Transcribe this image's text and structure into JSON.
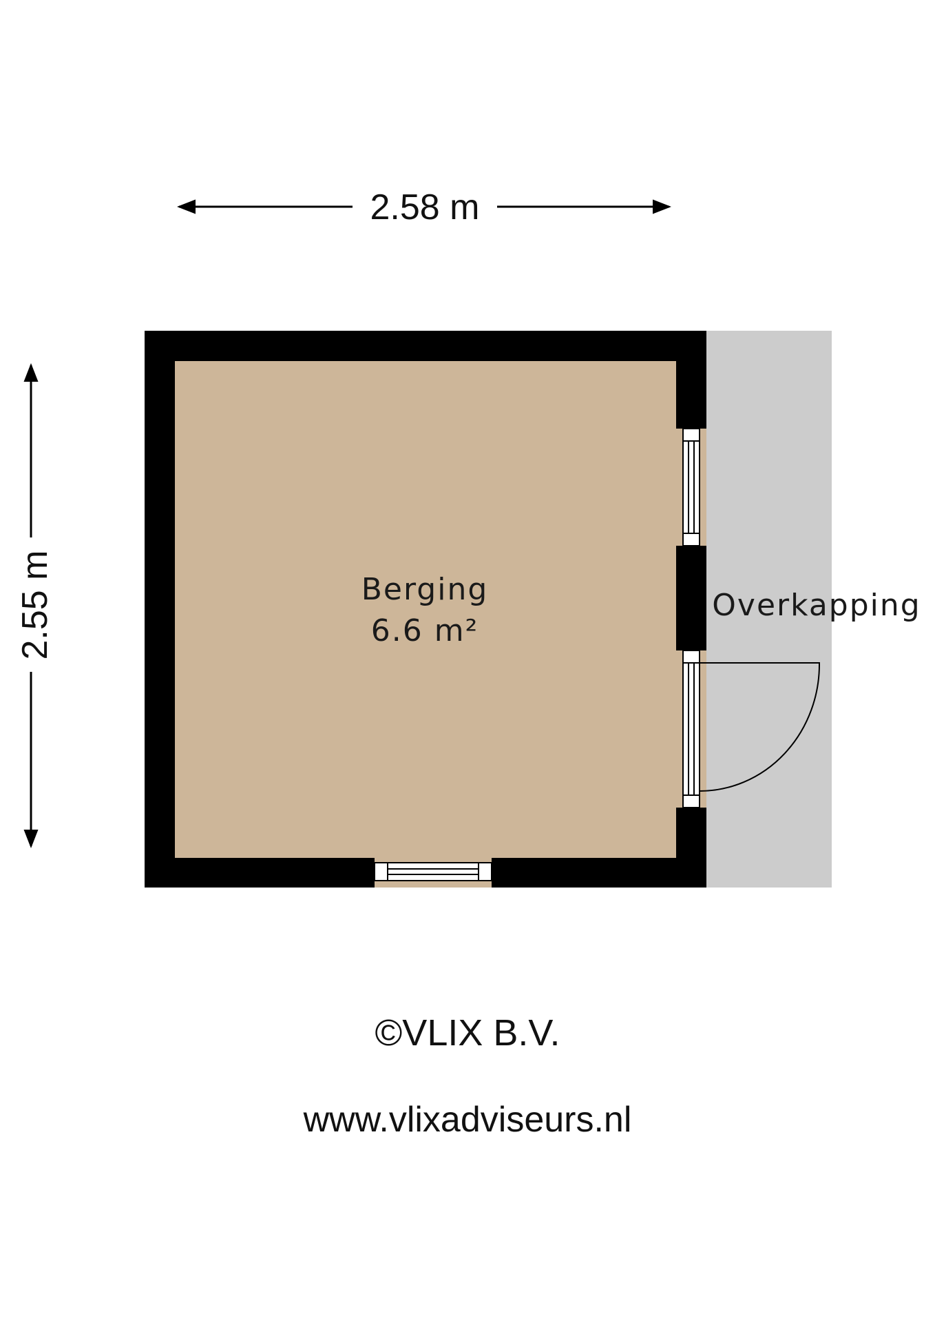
{
  "dimensions": {
    "width_label": "2.58 m",
    "height_label": "2.55 m"
  },
  "rooms": {
    "berging": {
      "name": "Berging",
      "area": "6.6 m²"
    },
    "overkapping": {
      "name": "Overkapping"
    }
  },
  "footer": {
    "copyright": "©VLIX B.V.",
    "website": "www.vlixadviseurs.nl"
  },
  "colors": {
    "wall": "#000000",
    "room_fill": "#cdb699",
    "overkapping_fill": "#cccccc",
    "background": "#ffffff"
  }
}
